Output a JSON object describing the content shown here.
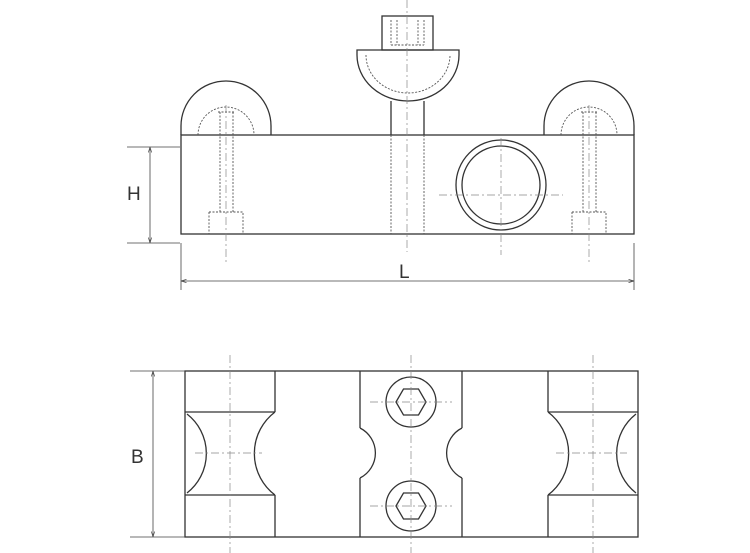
{
  "drawing": {
    "front_view": {
      "height_label": "H",
      "length_label": "L"
    },
    "top_view": {
      "width_label": "B"
    }
  }
}
